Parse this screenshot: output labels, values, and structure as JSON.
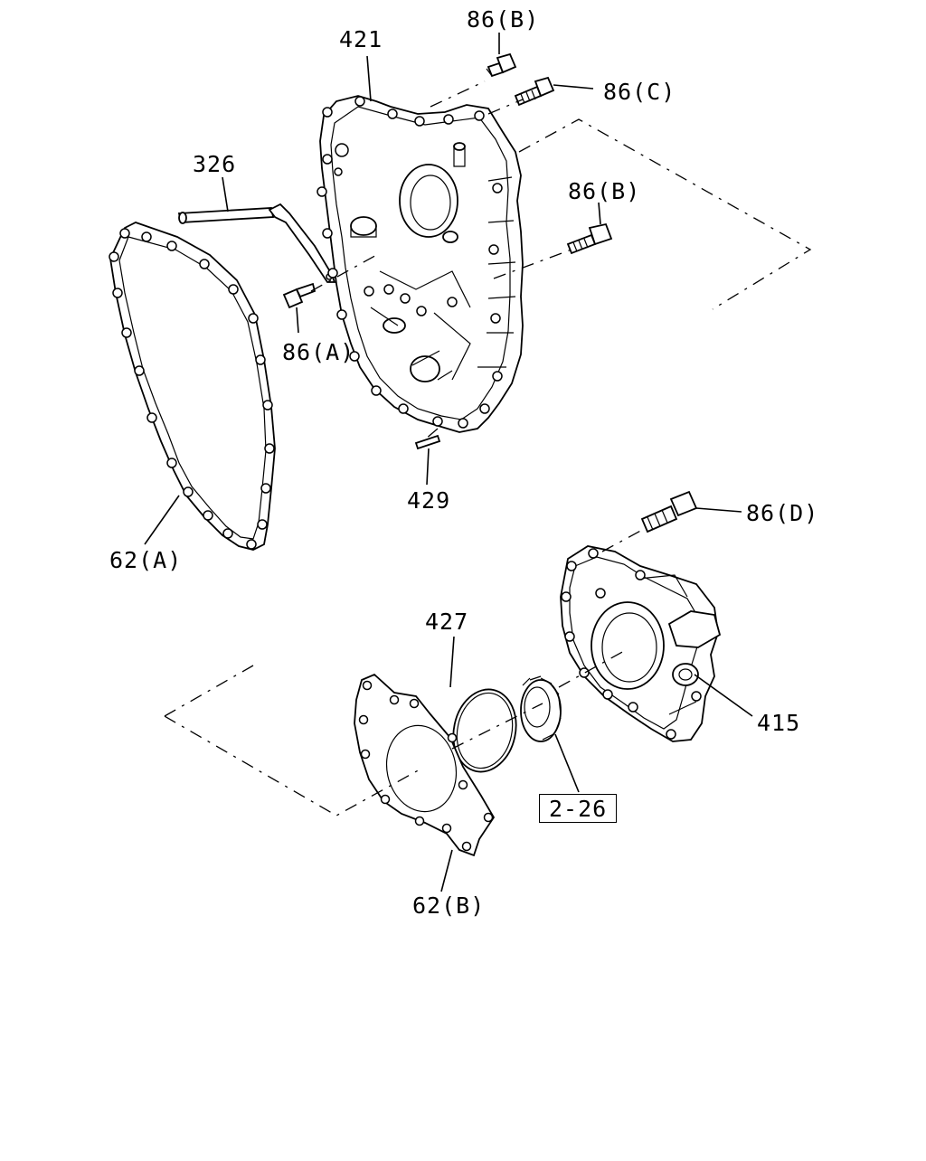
{
  "labels": {
    "p421": "421",
    "p86b_top": "86(B)",
    "p86c": "86(C)",
    "p326": "326",
    "p86b_mid": "86(B)",
    "p86a": "86(A)",
    "p429": "429",
    "p62a": "62(A)",
    "p86d": "86(D)",
    "p427": "427",
    "p415": "415",
    "ref_2_26": "2-26",
    "p62b": "62(B)"
  },
  "colors": {
    "line": "#000000",
    "background": "#ffffff"
  }
}
